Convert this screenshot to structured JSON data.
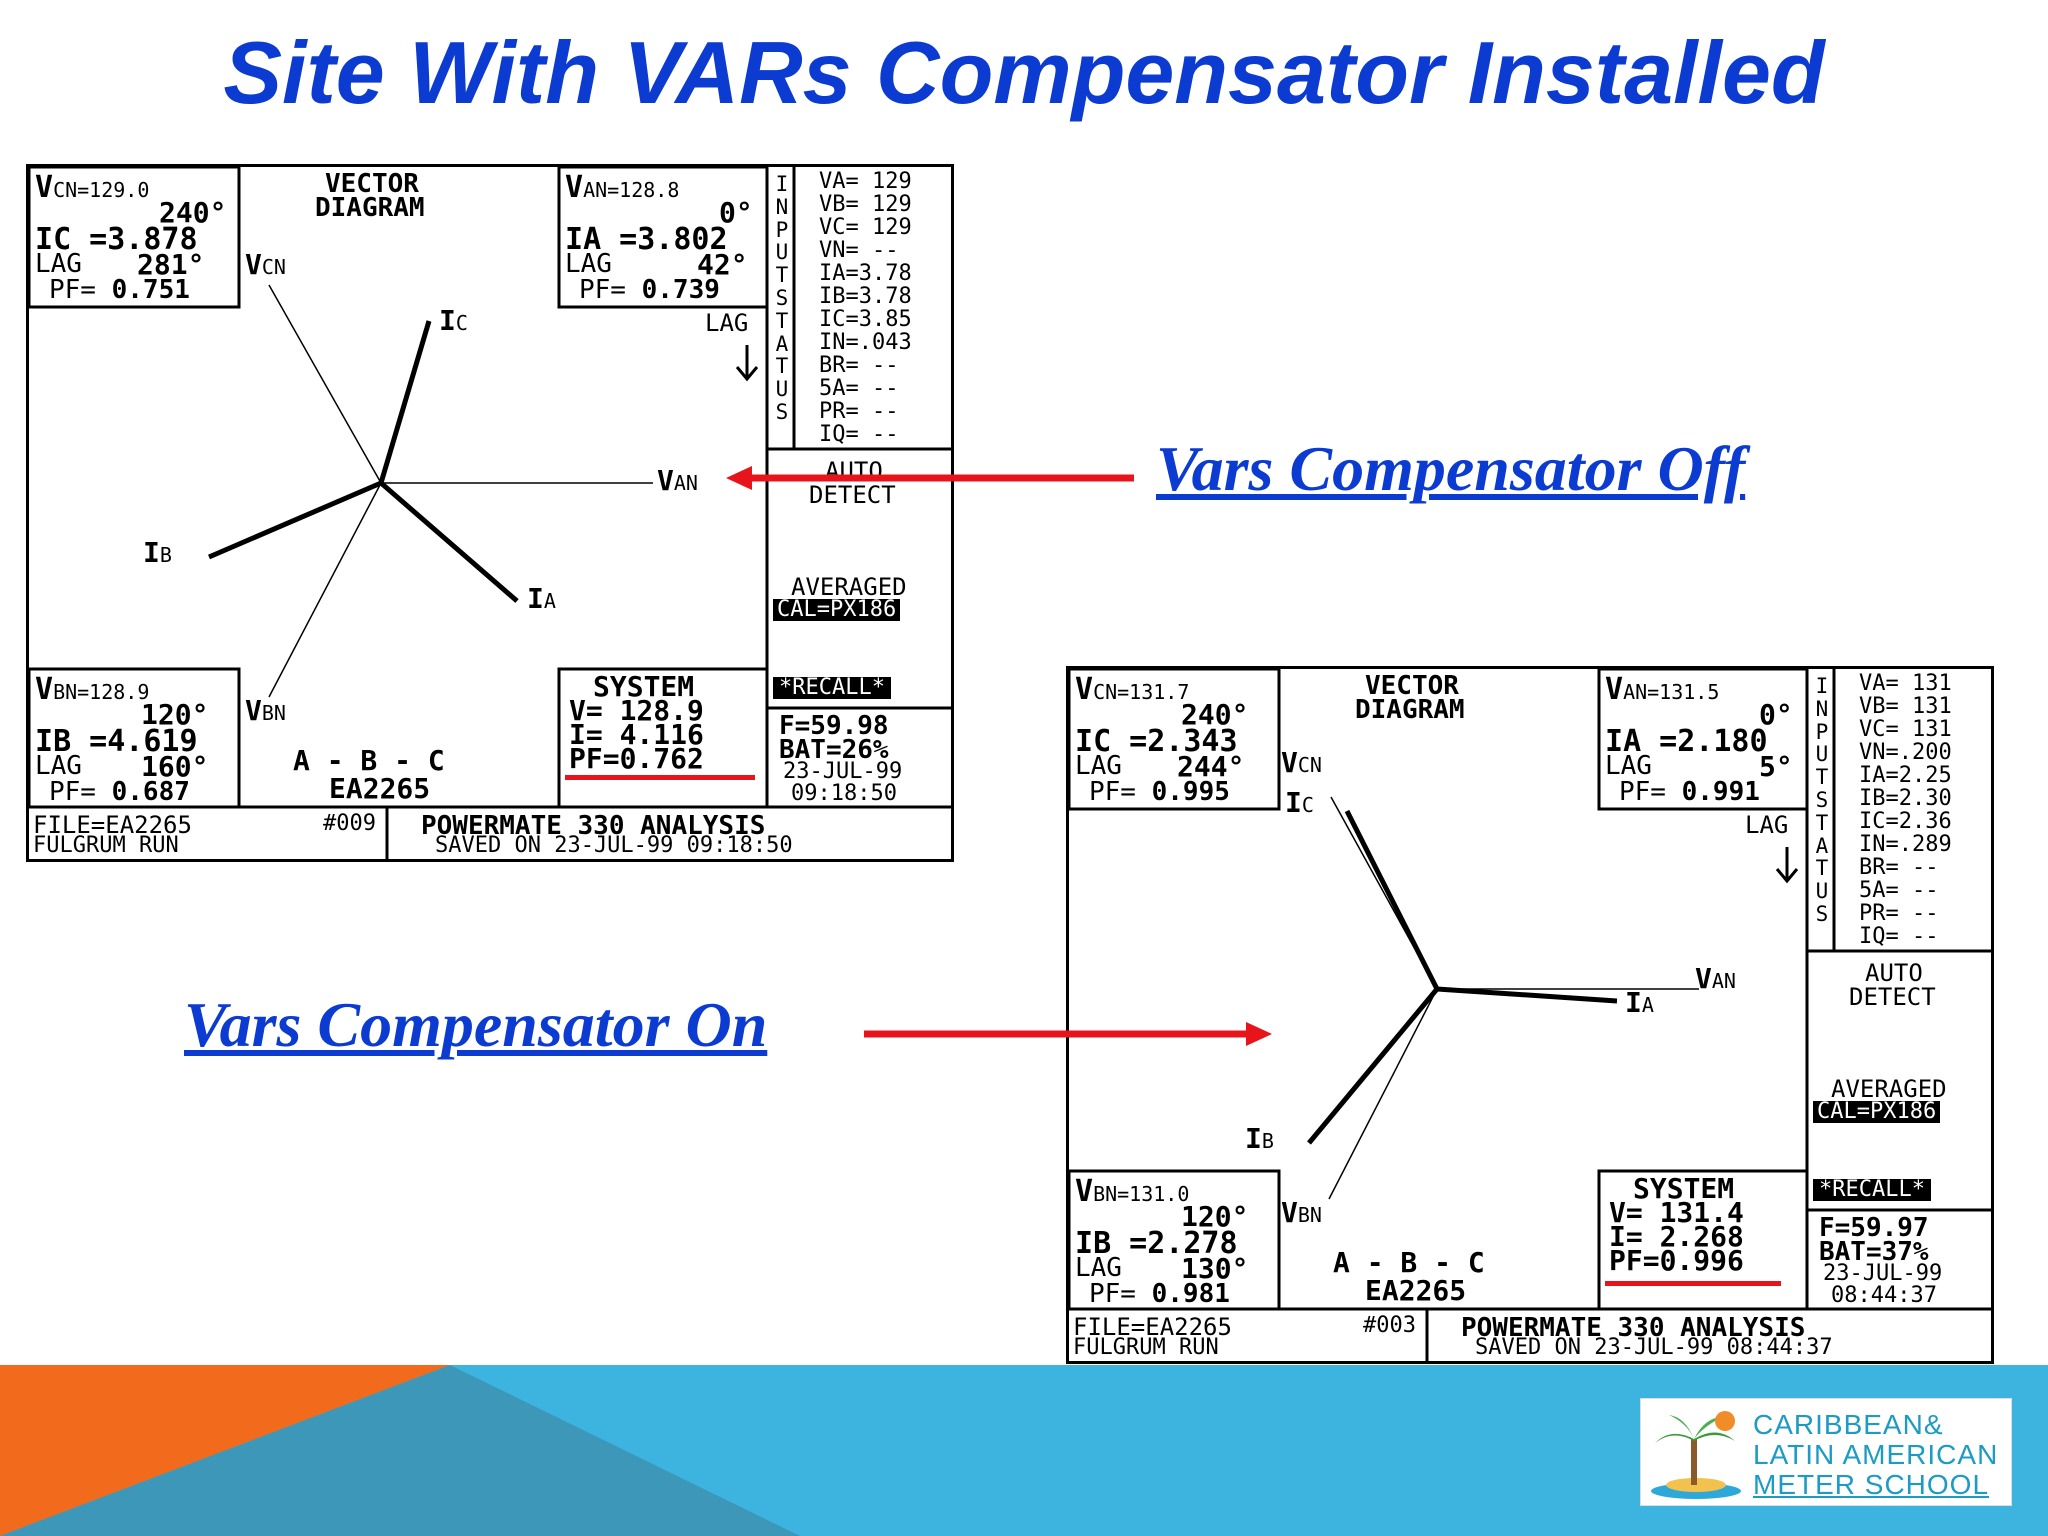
{
  "title": "Site With VARs Compensator Installed",
  "annotations": {
    "off_label": "Vars Compensator Off",
    "on_label": "Vars Compensator On",
    "arrow_color": "#e8141b"
  },
  "panels": {
    "off": {
      "vcn": "CN=129.0",
      "vcn_ang": "240°",
      "ic": "C =3.878",
      "ic_lag": "281°",
      "pfc": "0.751",
      "diagram_title_1": "VECTOR",
      "diagram_title_2": "DIAGRAM",
      "van": "AN=128.8",
      "van_ang": "0°",
      "ia": "A =3.802",
      "ia_lag": "42°",
      "pfa": "0.739",
      "vbn": "BN=128.9",
      "vbn_ang": "120°",
      "ib": "B =4.619",
      "ib_lag": "160°",
      "pfb": "0.687",
      "abc": "A - B - C",
      "site": "EA2265",
      "sys_title": "SYSTEM",
      "sys_v": "V= 128.9",
      "sys_i": "I= 4.116",
      "sys_pf": "PF=0.762",
      "status": [
        "VA= 129",
        "VB= 129",
        "VC= 129",
        "VN= --",
        "IA=3.78",
        "IB=3.78",
        "IC=3.85",
        "IN=.043",
        "BR= --",
        "5A= --",
        "PR= --",
        "IQ= --"
      ],
      "input_status": "INPUT STATUS",
      "lag": "LAG",
      "auto": "AUTO",
      "detect": "DETECT",
      "averaged": "AVERAGED",
      "cal": "CAL=PX186",
      "recall": "*RECALL*",
      "freq": "F=59.98",
      "bat": "BAT=26%",
      "date": "23-JUL-99",
      "time": "09:18:50",
      "file": "FILE=EA2265",
      "rec": "#009",
      "run": "FULGRUM RUN",
      "analysis": "POWERMATE 330 ANALYSIS",
      "saved": "SAVED ON 23-JUL-99 09:18:50",
      "vec_vcn": "CN",
      "vec_van": "AN",
      "vec_vbn": "BN",
      "vec_ia": "A",
      "vec_ib": "B",
      "vec_ic": "C"
    },
    "on": {
      "vcn": "CN=131.7",
      "vcn_ang": "240°",
      "ic": "C =2.343",
      "ic_lag": "244°",
      "pfc": "0.995",
      "diagram_title_1": "VECTOR",
      "diagram_title_2": "DIAGRAM",
      "van": "AN=131.5",
      "van_ang": "0°",
      "ia": "A =2.180",
      "ia_lag": "5°",
      "pfa": "0.991",
      "vbn": "BN=131.0",
      "vbn_ang": "120°",
      "ib": "B =2.278",
      "ib_lag": "130°",
      "pfb": "0.981",
      "abc": "A - B - C",
      "site": "EA2265",
      "sys_title": "SYSTEM",
      "sys_v": "V= 131.4",
      "sys_i": "I= 2.268",
      "sys_pf": "PF=0.996",
      "status": [
        "VA= 131",
        "VB= 131",
        "VC= 131",
        "VN=.200",
        "IA=2.25",
        "IB=2.30",
        "IC=2.36",
        "IN=.289",
        "BR= --",
        "5A= --",
        "PR= --",
        "IQ= --"
      ],
      "input_status": "INPUT STATUS",
      "lag": "LAG",
      "auto": "AUTO",
      "detect": "DETECT",
      "averaged": "AVERAGED",
      "cal": "CAL=PX186",
      "recall": "*RECALL*",
      "freq": "F=59.97",
      "bat": "BAT=37%",
      "date": "23-JUL-99",
      "time": "08:44:37",
      "file": "FILE=EA2265",
      "rec": "#003",
      "run": "FULGRUM RUN",
      "analysis": "POWERMATE 330 ANALYSIS",
      "saved": "SAVED ON 23-JUL-99 08:44:37",
      "vec_vcn": "CN",
      "vec_van": "AN",
      "vec_vbn": "BN",
      "vec_ia": "A",
      "vec_ib": "B",
      "vec_ic": "C"
    }
  },
  "footer": {
    "colors": {
      "orange": "#f26a1b",
      "teal": "#3c97b8",
      "blue": "#3db4e0"
    },
    "logo_line1": "CARIBBEAN&",
    "logo_line2": "LATIN AMERICAN",
    "logo_line3": "METER SCHOOL"
  }
}
